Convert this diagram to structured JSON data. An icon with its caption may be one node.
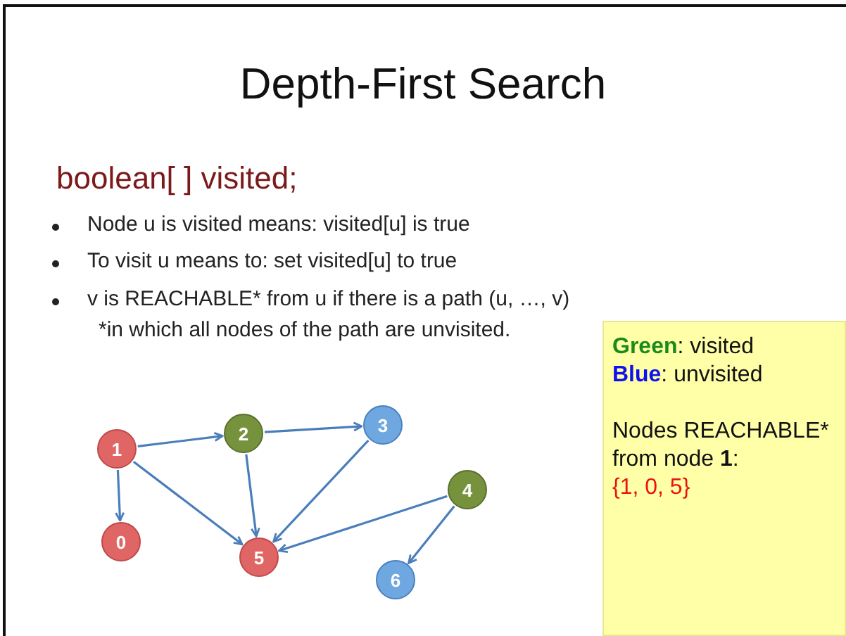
{
  "diagram": {
    "title": "Depth-First Search",
    "nodes": [
      {
        "text": [
          "**Green**: visited",
          "**Blue**: unvisited",
          "Nodes REACHABLE* from node **1**:",
          "{1, 0, 5}"
        ]
      },
      {
        "text": [
          "0"
        ]
      },
      {
        "text": [
          "1"
        ]
      },
      {
        "text": [
          "2"
        ]
      },
      {
        "text": [
          "3"
        ]
      },
      {
        "text": [
          "4"
        ]
      },
      {
        "text": [
          "5"
        ]
      },
      {
        "text": [
          "6"
        ]
      }
    ],
    "edges": [
      {
        "from": 2,
        "to": 3,
        "arrow": "to"
      },
      {
        "from": 3,
        "to": 4,
        "arrow": "to"
      },
      {
        "from": 2,
        "to": 1,
        "arrow": "to"
      },
      {
        "from": 2,
        "to": 6,
        "arrow": "to"
      },
      {
        "from": 3,
        "to": 6,
        "arrow": "to"
      },
      {
        "from": 4,
        "to": 6,
        "arrow": "to"
      },
      {
        "from": 5,
        "to": 6,
        "arrow": "to"
      },
      {
        "from": 5,
        "to": 7,
        "arrow": "to"
      }
    ],
    "labels": [
      "boolean[ ] visited;",
      "Node u is visited means: visited[u] is true",
      "To visit u means to: set visited[u] to true",
      "v is REACHABLE* from u if there is a path (u, …, v)",
      "*in which all nodes of the path are unvisited."
    ]
  }
}
